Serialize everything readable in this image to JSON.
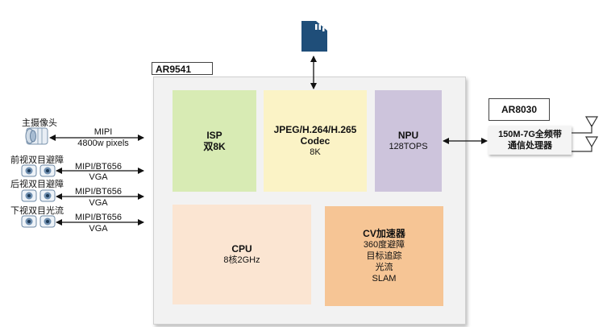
{
  "chip": {
    "name": "AR9541",
    "blocks": {
      "isp": {
        "title": "ISP",
        "detail": "双8K"
      },
      "codec": {
        "title": "JPEG/H.264/H.265",
        "subtitle": "Codec",
        "detail": "8K"
      },
      "npu": {
        "title": "NPU",
        "detail": "128TOPS"
      },
      "cpu": {
        "title": "CPU",
        "detail": "8核2GHz"
      },
      "cv": {
        "title": "CV加速器",
        "lines": [
          "360度避障",
          "目标追踪",
          "光流",
          "SLAM"
        ]
      }
    }
  },
  "radio": {
    "name": "AR8030",
    "line1": "150M-7G全频带",
    "line2": "通信处理器"
  },
  "inputs": [
    {
      "name": "主摄像头",
      "interface": "MIPI",
      "spec": "4800w pixels",
      "icon": "camera-lens-icon"
    },
    {
      "name": "前视双目避障",
      "interface": "MIPI/BT656",
      "spec": "VGA",
      "icon": "stereo-camera-icon"
    },
    {
      "name": "后视双目避障",
      "interface": "MIPI/BT656",
      "spec": "VGA",
      "icon": "stereo-camera-icon"
    },
    {
      "name": "下视双目光流",
      "interface": "MIPI/BT656",
      "spec": "VGA",
      "icon": "stereo-camera-icon"
    }
  ],
  "storage": {
    "icon": "sd-card-icon"
  },
  "colors": {
    "isp": "#d8ebb4",
    "codec": "#fbf3c6",
    "npu": "#cdc4dc",
    "cpu": "#fbe5d2",
    "cv": "#f6c595",
    "chip_bg": "#f2f2f2",
    "sd": "#1f4e79"
  }
}
